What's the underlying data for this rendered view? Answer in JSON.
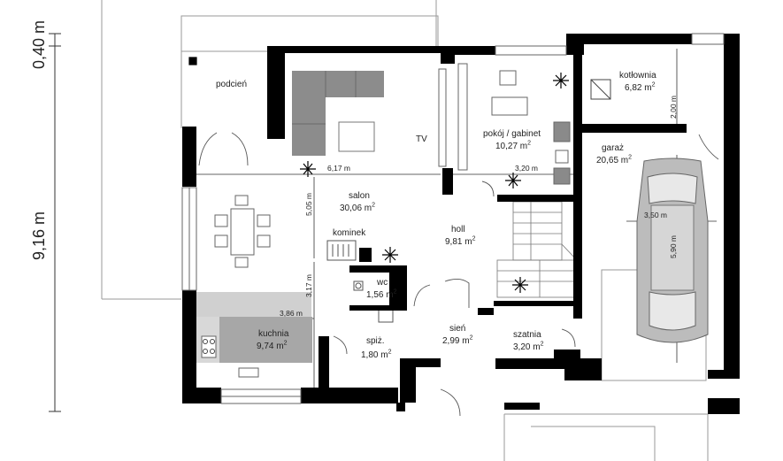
{
  "rooms": {
    "podcien": {
      "name": "podcień"
    },
    "salon": {
      "name": "salon",
      "area": "30,06 m",
      "unit_sup": "2"
    },
    "kominek": {
      "name": "kominek"
    },
    "tv": {
      "name": "TV"
    },
    "pokoj": {
      "name": "pokój / gabinet",
      "area": "10,27 m",
      "unit_sup": "2"
    },
    "kotlownia": {
      "name": "kotłownia",
      "area": "6,82 m",
      "unit_sup": "2"
    },
    "garaz": {
      "name": "garaż",
      "area": "20,65 m",
      "unit_sup": "2"
    },
    "holl": {
      "name": "holl",
      "area": "9,81 m",
      "unit_sup": "2"
    },
    "wc": {
      "name": "wc",
      "area": "1,56 m",
      "unit_sup": "2"
    },
    "kuchnia": {
      "name": "kuchnia",
      "area": "9,74 m",
      "unit_sup": "2"
    },
    "spiz": {
      "name": "spiż.",
      "area": "1,80 m",
      "unit_sup": "2"
    },
    "sien": {
      "name": "sień",
      "area": "2,99 m",
      "unit_sup": "2"
    },
    "szatnia": {
      "name": "szatnia",
      "area": "3,20 m",
      "unit_sup": "2"
    }
  },
  "dimensions": {
    "overall_height": "9,16 m",
    "top_offset": "0,40 m",
    "salon_width": "6,17 m",
    "salon_depth": "5,05 m",
    "pokoj_width": "3,20 m",
    "kotlownia_depth": "2,00 m",
    "garaz_width": "3,50 m",
    "garaz_depth": "5,90 m",
    "kuchnia_width": "3,86 m",
    "kuchnia_depth": "3,17 m"
  },
  "colors": {
    "wall": "#000000",
    "sofa": "#8a8a8a",
    "counter": "#c8c8c8",
    "car": "#bdbdbd",
    "line": "#555555"
  }
}
